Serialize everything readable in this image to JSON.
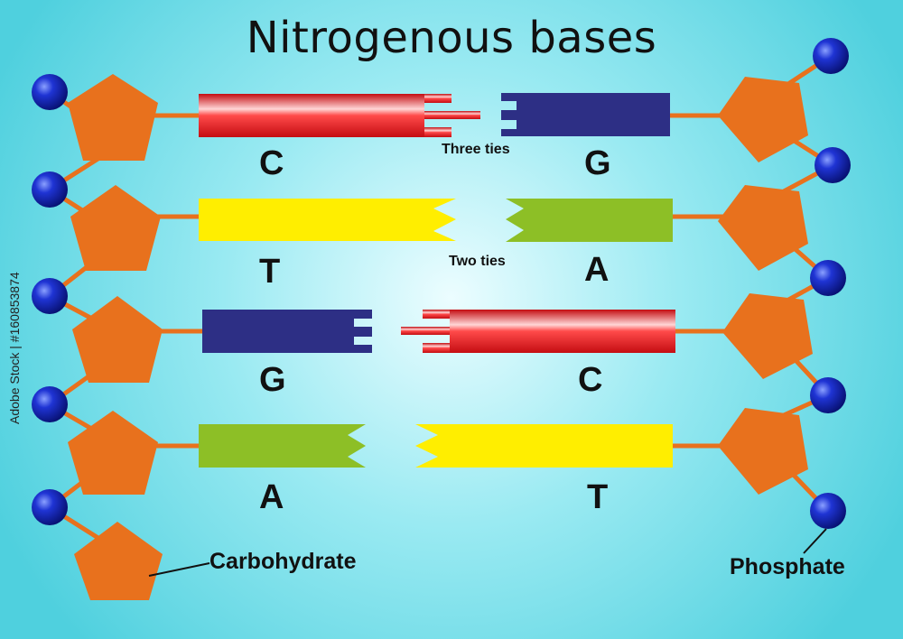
{
  "title": "Nitrogenous bases",
  "pairs": [
    {
      "left": "C",
      "right": "G",
      "ties": "Three ties"
    },
    {
      "left": "T",
      "right": "A",
      "ties": "Two ties"
    },
    {
      "left": "G",
      "right": "C",
      "ties": ""
    },
    {
      "left": "A",
      "right": "T",
      "ties": ""
    }
  ],
  "labels": {
    "carbohydrate": "Carbohydrate",
    "phosphate": "Phosphate"
  },
  "watermark": "Adobe Stock | #160853874",
  "colors": {
    "background": "#5fd6e3",
    "background_center": "#ecfdff",
    "cytosine": "#e0141c",
    "guanine": "#2d2f85",
    "thymine": "#ffee00",
    "adenine": "#8dbf26",
    "sugar": "#e8711d",
    "phosphate": "#1226b8"
  }
}
